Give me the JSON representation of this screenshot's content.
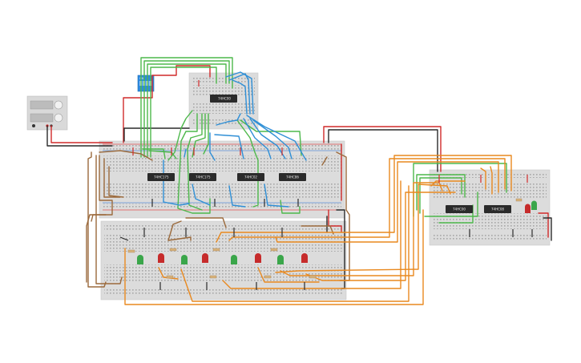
{
  "chips": [
    {
      "label": "74HC00"
    },
    {
      "label": "74HC175"
    },
    {
      "label": "74HC175"
    },
    {
      "label": "74HC02"
    },
    {
      "label": "74HC86"
    },
    {
      "label": "74HC00"
    },
    {
      "label": "74HC08"
    }
  ],
  "dip_switch": {
    "label": "ON"
  },
  "colors": {
    "breadboard": "#dcdcdc",
    "wire_green": "#4db84b",
    "wire_blue": "#2f8fd6",
    "wire_orange": "#e9891f",
    "wire_brown": "#9b6a3c",
    "wire_red": "#d12a2a",
    "wire_black": "#2a2a2a",
    "led_red": "#c62b2b",
    "led_green": "#3aa64a"
  }
}
